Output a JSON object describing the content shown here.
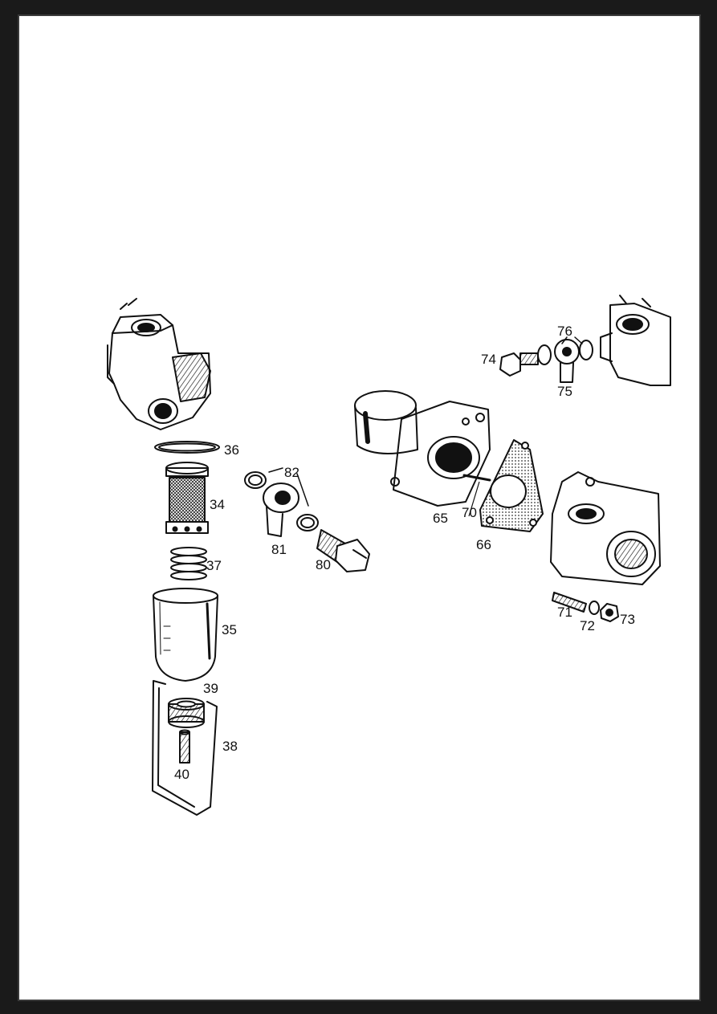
{
  "page": {
    "background": "#ffffff",
    "ink": "#111111",
    "frame_color": "#1a1a1a"
  },
  "callouts": {
    "c34": "34",
    "c35": "35",
    "c36": "36",
    "c37": "37",
    "c38": "38",
    "c39": "39",
    "c40": "40",
    "c65": "65",
    "c66": "66",
    "c70": "70",
    "c71": "71",
    "c72": "72",
    "c73": "73",
    "c74": "74",
    "c75": "75",
    "c76": "76",
    "c80": "80",
    "c81": "81",
    "c82": "82"
  }
}
